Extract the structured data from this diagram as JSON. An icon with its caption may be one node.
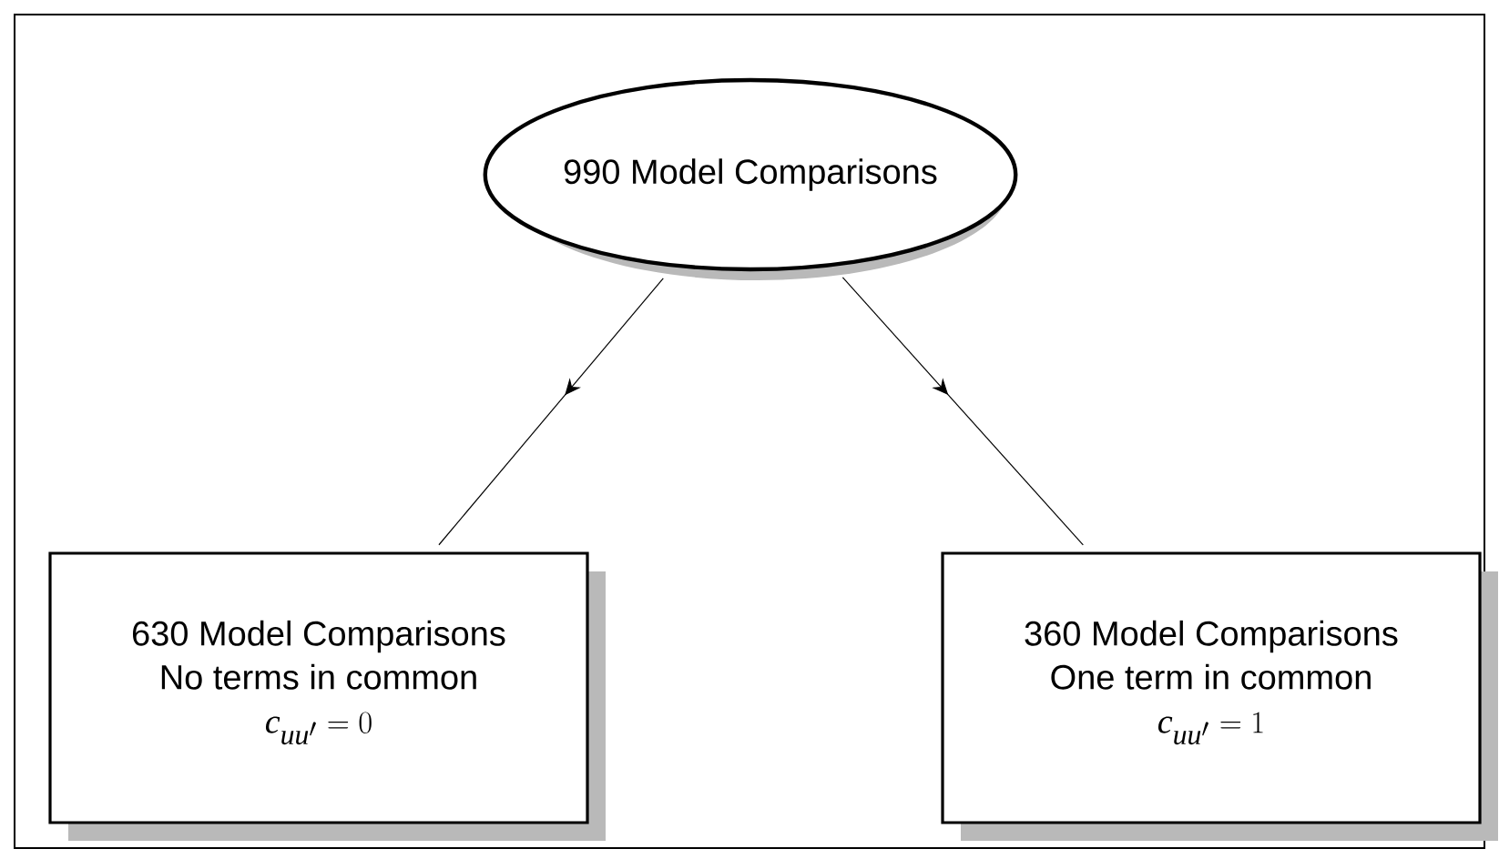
{
  "diagram": {
    "nodes": [
      {
        "text": [
          "990 Model Comparisons"
        ]
      },
      {
        "text": [
          "630 Model Comparisons",
          "No terms in common",
          "c_{uu'} = 0"
        ]
      },
      {
        "text": [
          "360 Model Comparisons",
          "One term in common",
          "c_{uu'} = 1"
        ]
      }
    ],
    "edges": [
      {
        "from": 0,
        "to": 1,
        "arrow": "to"
      },
      {
        "from": 0,
        "to": 2,
        "arrow": "to"
      }
    ]
  }
}
